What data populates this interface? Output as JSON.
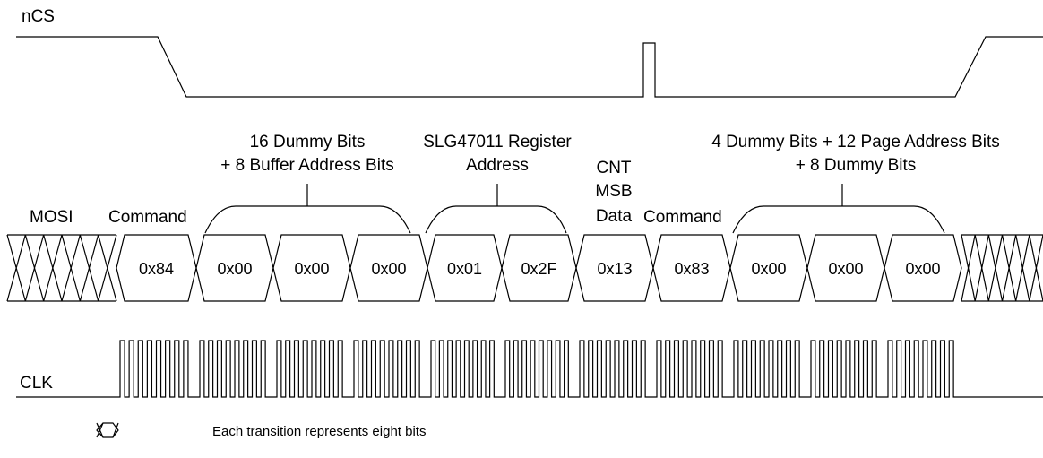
{
  "signals": {
    "ncs": "nCS",
    "mosi": "MOSI",
    "clk": "CLK"
  },
  "groups": [
    {
      "lines": [
        "16 Dummy Bits",
        "+ 8 Buffer Address Bits"
      ]
    },
    {
      "lines": [
        "SLG47011 Register",
        "Address"
      ]
    },
    {
      "lines": [
        "CNT",
        "MSB",
        "Data"
      ]
    },
    {
      "lines": [
        "4 Dummy Bits + 12 Page Address Bits",
        "+ 8 Dummy Bits"
      ]
    }
  ],
  "command_labels": [
    "Command",
    "Command"
  ],
  "bytes": [
    "0x84",
    "0x00",
    "0x00",
    "0x00",
    "0x01",
    "0x2F",
    "0x13",
    "0x83",
    "0x00",
    "0x00",
    "0x00"
  ],
  "legend": {
    "text": "Each transition represents eight bits",
    "symbol": "byte-transition-icon"
  },
  "colors": {
    "line": "#000000",
    "background": "#ffffff"
  }
}
